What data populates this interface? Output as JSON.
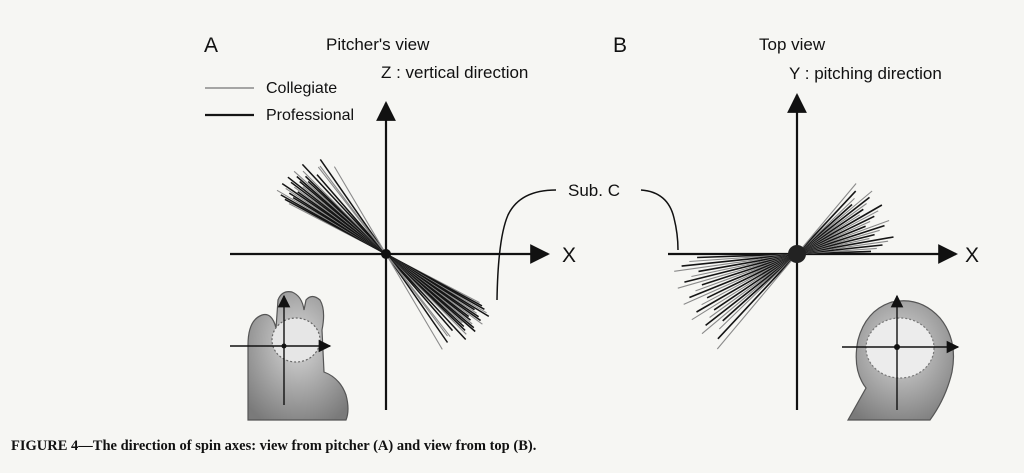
{
  "panel_a": {
    "letter": "A",
    "title": "Pitcher's view",
    "axis_vertical_label": "Z :  vertical direction",
    "axis_horizontal_label": "X",
    "legend": [
      {
        "label": "Collegiate",
        "style": "thin-gray"
      },
      {
        "label": "Professional",
        "style": "thick-black"
      }
    ]
  },
  "panel_b": {
    "letter": "B",
    "title": "Top view",
    "axis_vertical_label": "Y : pitching direction",
    "axis_horizontal_label": "X"
  },
  "annotation": {
    "label": "Sub. C"
  },
  "caption": "FIGURE 4—The direction of spin axes: view from pitcher (A) and view from top (B).",
  "colors": {
    "background": "#f6f6f3",
    "ink": "#111111",
    "collegiate": "#8a8a8a",
    "professional": "#151515",
    "hand": "#9a9a9a"
  }
}
